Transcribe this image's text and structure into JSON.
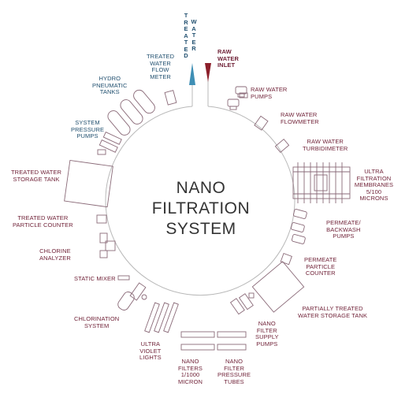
{
  "title": [
    "NANO",
    "FILTRATION",
    "SYSTEM"
  ],
  "colors": {
    "treated": "#1f4e6e",
    "raw": "#6e1f35",
    "treated_arrow": "#3f8fb5",
    "raw_arrow": "#8c1f2a",
    "circle": "#b9b9b9"
  },
  "vertical_labels": {
    "treated": "TREATED",
    "water": "WATER"
  },
  "labels": {
    "raw_water_inlet": "RAW\nWATER\nINLET",
    "raw_water_pumps": "RAW WATER\nPUMPS",
    "raw_water_flowmeter": "RAW WATER\nFLOWMETER",
    "raw_water_turbidimeter": "RAW WATER\nTURBIDIMETER",
    "uf_membranes": "ULTRA\nFILTRATION\nMEMBRANES\n5/100 MICRONS",
    "permeate_backwash_pumps": "PERMEATE/\nBACKWASH\nPUMPS",
    "permeate_particle_counter": "PERMEATE\nPARTICLE\nCOUNTER",
    "partially_treated_tank": "PARTIALLY TREATED\nWATER STORAGE TANK",
    "nano_filter_supply_pumps": "NANO\nFILTER\nSUPPLY\nPUMPS",
    "nano_filter_pressure_tubes": "NANO\nFILTER\nPRESSURE\nTUBES",
    "nano_filters": "NANO\nFILTERS\n1/1000\nMICRON",
    "uv_lights": "ULTRA\nVIOLET\nLIGHTS",
    "chlorination_system": "CHLORINATION\nSYSTEM",
    "static_mixer": "STATIC MIXER",
    "chlorine_analyzer": "CHLORINE\nANALYZER",
    "treated_particle_counter": "TREATED WATER\nPARTICLE COUNTER",
    "treated_storage_tank": "TREATED WATER\nSTORAGE TANK",
    "system_pressure_pumps": "SYSTEM\nPRESSURE\nPUMPS",
    "hydro_pneumatic_tanks": "HYDRO\nPNEUMATIC\nTANKS",
    "treated_water_flow_meter": "TREATED\nWATER\nFLOW\nMETER"
  }
}
